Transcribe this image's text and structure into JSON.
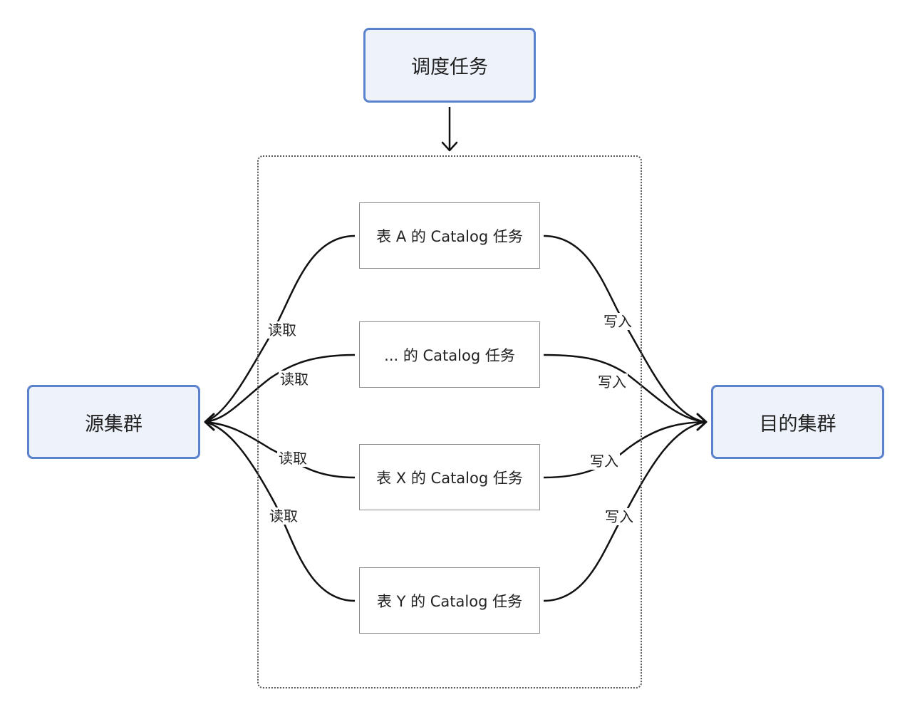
{
  "nodes": {
    "scheduler": "调度任务",
    "source": "源集群",
    "target": "目的集群",
    "tasks": [
      "表 A 的 Catalog 任务",
      "... 的 Catalog 任务",
      "表 X 的 Catalog 任务",
      "表 Y 的 Catalog 任务"
    ]
  },
  "edges": {
    "read_labels": [
      "读取",
      "读取",
      "读取",
      "读取"
    ],
    "write_labels": [
      "写入",
      "写入",
      "写入",
      "写入"
    ]
  },
  "colors": {
    "node_fill": "#eef3fb",
    "node_border": "#5b82cd",
    "task_border": "#8a8a8a",
    "line": "#111111"
  }
}
